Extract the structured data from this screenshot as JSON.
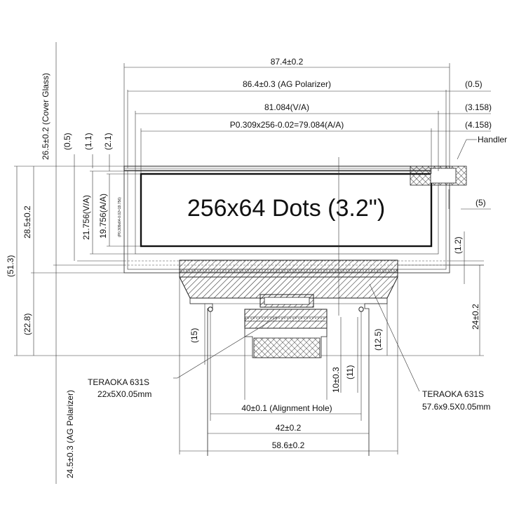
{
  "dims": {
    "overall_width": "87.4±0.2",
    "ag_polarizer_width": "86.4±0.3 (AG Polarizer)",
    "va_width": "81.084(V/A)",
    "aa_width": "P0.309x256-0.02=79.084(A/A)",
    "right_05": "(0.5)",
    "right_3158": "(3.158)",
    "right_4158": "(4.158)",
    "handler": "Handler",
    "right_5": "(5)",
    "right_12": "(1.2)",
    "right_24": "24±0.2",
    "right_125": "(12.5)",
    "left_cover_glass": "26.5±0.2 (Cover Glass)",
    "left_05": "(0.5)",
    "left_11": "(1.1)",
    "left_21": "(2.1)",
    "left_513": "(51.3)",
    "left_285": "28.5±0.2",
    "left_21756": "21.756(V/A)",
    "left_19756": "19.756(A/A)",
    "left_tiny": "(P0.309x64-0.02=19.756)",
    "left_228": "(22.8)",
    "left_ag_polarizer": "24.5±0.3 (AG Polarizer)",
    "dots": "256x64 Dots (3.2\")",
    "center_15": "(15)",
    "center_10": "10±0.3",
    "center_11": "(11)",
    "alignment": "40±0.1 (Alignment Hole)",
    "width_42": "42±0.2",
    "width_586": "58.6±0.2"
  },
  "labels": {
    "teraoka_left_1": "TERAOKA 631S",
    "teraoka_left_2": "22x5X0.05mm",
    "teraoka_right_1": "TERAOKA 631S",
    "teraoka_right_2": "57.6x9.5X0.05mm"
  }
}
